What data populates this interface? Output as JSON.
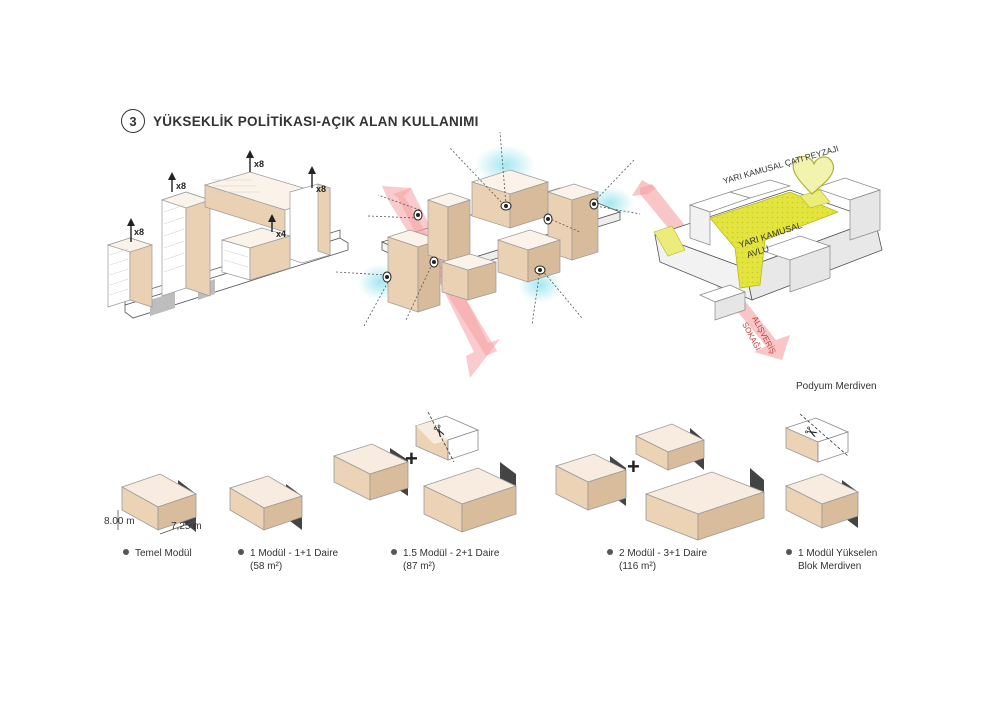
{
  "header": {
    "number": "3",
    "title": "YÜKSEKLİK POLİTİKASI-AÇIK ALAN KULLANIMI"
  },
  "height_diagram": {
    "tags": [
      "x8",
      "x8",
      "x8",
      "x8",
      "x4"
    ]
  },
  "roof_diagram": {
    "roof_landscape": "YARI KAMUSAL ÇATI PEYZAJI",
    "court_line1": "YARI KAMUSAL",
    "court_line2": "AVLU",
    "street_line1": "ALIŞVERİŞ",
    "street_line2": "SOKAĞI",
    "note": "Podyum Merdiven"
  },
  "dimensions": {
    "height": "8.00 m",
    "width": "7,25 m"
  },
  "modules": [
    {
      "line1": "Temel Modül",
      "line2": ""
    },
    {
      "line1": "1 Modül - 1+1 Daire",
      "line2": "(58 m²)"
    },
    {
      "line1": "1.5 Modül - 2+1 Daire",
      "line2": "(87 m²)"
    },
    {
      "line1": "2 Modül - 3+1 Daire",
      "line2": "(116 m²)"
    },
    {
      "line1": "1 Modül Yükselen",
      "line2": "Blok Merdiven"
    }
  ],
  "symbols": {
    "plus": "+",
    "scissors": "✂"
  },
  "colors": {
    "block_top": "#f7ecdf",
    "block_front": "#ecd3b5",
    "block_side": "#d9bc9b",
    "arrow_red": "#f4a9aa",
    "courtyard_yellow": "#e6e64a",
    "eye_cyan": "#bfeef3"
  }
}
